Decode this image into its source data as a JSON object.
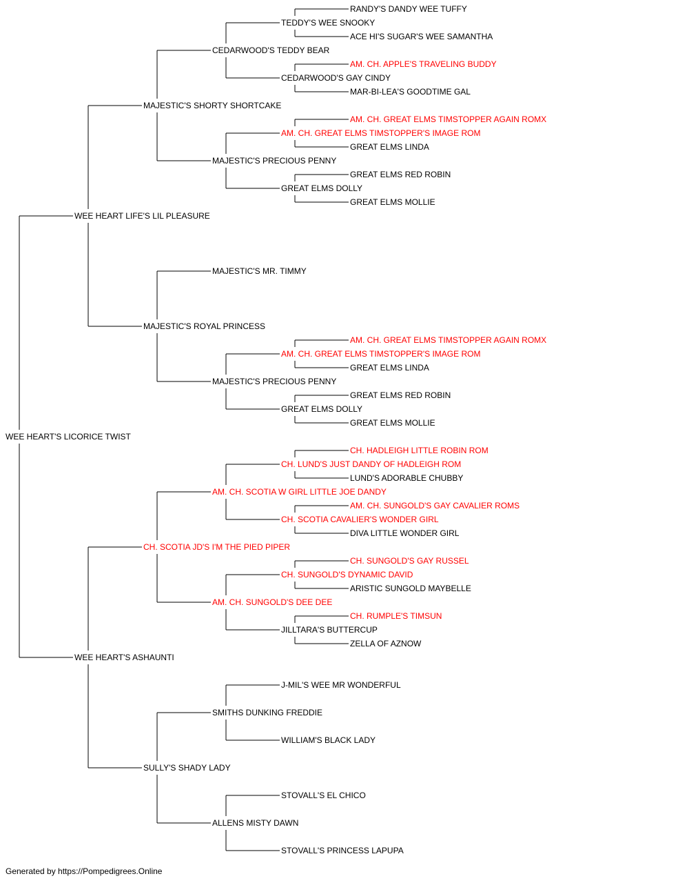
{
  "colors": {
    "champion": "#ff0000",
    "regular": "#000000",
    "line": "#000000"
  },
  "footer": "Generated by https://Pompedigrees.Online",
  "pedigree": {
    "name": "WEE HEART'S LICORICE TWIST",
    "champion": false,
    "sire": {
      "name": "WEE HEART LIFE'S LIL PLEASURE",
      "champion": false,
      "sire": {
        "name": "MAJESTIC'S SHORTY SHORTCAKE",
        "champion": false,
        "sire": {
          "name": "CEDARWOOD'S TEDDY BEAR",
          "champion": false,
          "sire": {
            "name": "TEDDY'S WEE SNOOKY",
            "champion": false,
            "sire": {
              "name": "RANDY'S DANDY WEE TUFFY",
              "champion": false
            },
            "dam": {
              "name": "ACE HI'S SUGAR'S WEE SAMANTHA",
              "champion": false
            }
          },
          "dam": {
            "name": "CEDARWOOD'S GAY CINDY",
            "champion": false,
            "sire": {
              "name": "AM. CH. APPLE'S TRAVELING BUDDY",
              "champion": true
            },
            "dam": {
              "name": "MAR-BI-LEA'S GOODTIME GAL",
              "champion": false
            }
          }
        },
        "dam": {
          "name": "MAJESTIC'S PRECIOUS PENNY",
          "champion": false,
          "sire": {
            "name": "AM. CH. GREAT ELMS TIMSTOPPER'S IMAGE ROM",
            "champion": true,
            "sire": {
              "name": "AM. CH. GREAT ELMS TIMSTOPPER AGAIN ROMX",
              "champion": true
            },
            "dam": {
              "name": "GREAT ELMS LINDA",
              "champion": false
            }
          },
          "dam": {
            "name": "GREAT ELMS DOLLY",
            "champion": false,
            "sire": {
              "name": "GREAT ELMS RED ROBIN",
              "champion": false
            },
            "dam": {
              "name": "GREAT ELMS MOLLIE",
              "champion": false
            }
          }
        }
      },
      "dam": {
        "name": "MAJESTIC'S ROYAL PRINCESS",
        "champion": false,
        "sire": {
          "name": "MAJESTIC'S MR. TIMMY",
          "champion": false
        },
        "dam": {
          "name": "MAJESTIC'S PRECIOUS PENNY",
          "champion": false,
          "sire": {
            "name": "AM. CH. GREAT ELMS TIMSTOPPER'S IMAGE ROM",
            "champion": true,
            "sire": {
              "name": "AM. CH. GREAT ELMS TIMSTOPPER AGAIN ROMX",
              "champion": true
            },
            "dam": {
              "name": "GREAT ELMS LINDA",
              "champion": false
            }
          },
          "dam": {
            "name": "GREAT ELMS DOLLY",
            "champion": false,
            "sire": {
              "name": "GREAT ELMS RED ROBIN",
              "champion": false
            },
            "dam": {
              "name": "GREAT ELMS MOLLIE",
              "champion": false
            }
          }
        }
      }
    },
    "dam": {
      "name": "WEE HEART'S ASHAUNTI",
      "champion": false,
      "sire": {
        "name": "CH. SCOTIA JD'S I'M THE PIED PIPER",
        "champion": true,
        "sire": {
          "name": "AM. CH. SCOTIA W GIRL LITTLE JOE DANDY",
          "champion": true,
          "sire": {
            "name": "CH. LUND'S JUST DANDY OF HADLEIGH ROM",
            "champion": true,
            "sire": {
              "name": "CH. HADLEIGH LITTLE ROBIN ROM",
              "champion": true
            },
            "dam": {
              "name": "LUND'S ADORABLE CHUBBY",
              "champion": false
            }
          },
          "dam": {
            "name": "CH. SCOTIA CAVALIER'S WONDER GIRL",
            "champion": true,
            "sire": {
              "name": "AM. CH. SUNGOLD'S GAY CAVALIER ROMS",
              "champion": true
            },
            "dam": {
              "name": "DIVA LITTLE WONDER GIRL",
              "champion": false
            }
          }
        },
        "dam": {
          "name": "AM. CH. SUNGOLD'S DEE DEE",
          "champion": true,
          "sire": {
            "name": "CH. SUNGOLD'S DYNAMIC DAVID",
            "champion": true,
            "sire": {
              "name": "CH. SUNGOLD'S GAY RUSSEL",
              "champion": true
            },
            "dam": {
              "name": "ARISTIC SUNGOLD MAYBELLE",
              "champion": false
            }
          },
          "dam": {
            "name": "JILLTARA'S BUTTERCUP",
            "champion": false,
            "sire": {
              "name": "CH. RUMPLE'S TIMSUN",
              "champion": true
            },
            "dam": {
              "name": "ZELLA OF AZNOW",
              "champion": false
            }
          }
        }
      },
      "dam": {
        "name": "SULLY'S SHADY LADY",
        "champion": false,
        "sire": {
          "name": "SMITHS DUNKING FREDDIE",
          "champion": false,
          "sire": {
            "name": "J-MIL'S WEE MR WONDERFUL",
            "champion": false
          },
          "dam": {
            "name": "WILLIAM'S BLACK LADY",
            "champion": false
          }
        },
        "dam": {
          "name": "ALLENS MISTY DAWN",
          "champion": false,
          "sire": {
            "name": "STOVALL'S EL CHICO",
            "champion": false
          },
          "dam": {
            "name": "STOVALL'S PRINCESS LAPUPA",
            "champion": false
          }
        }
      }
    }
  }
}
